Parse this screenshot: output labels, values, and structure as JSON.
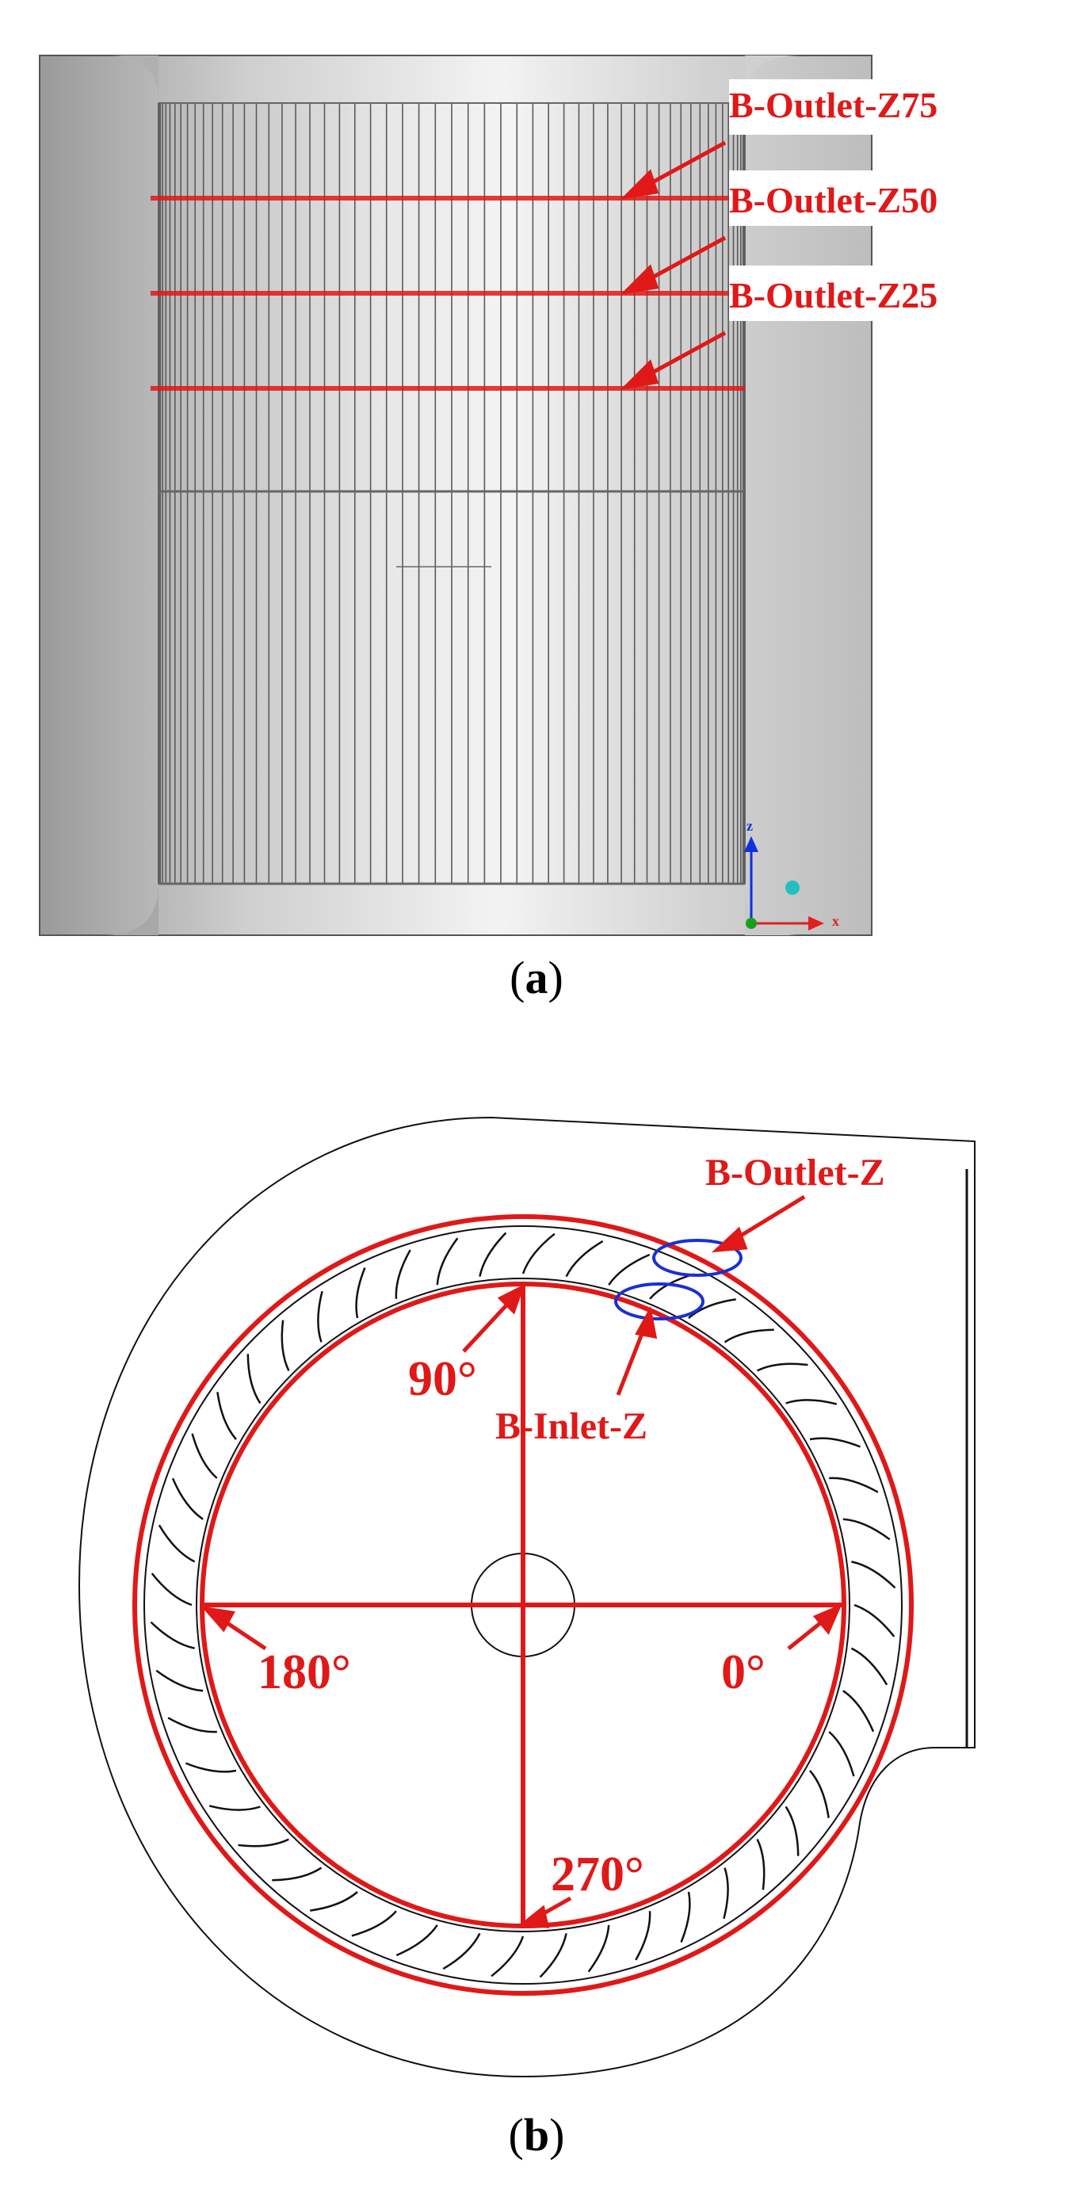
{
  "panel_a": {
    "labels": [
      "B-Outlet-Z75",
      "B-Outlet-Z50",
      "B-Outlet-Z25"
    ],
    "axes": {
      "z": "z",
      "x": "x"
    },
    "caption": {
      "open": "(",
      "letter": "a",
      "close": ")"
    }
  },
  "panel_b": {
    "outlet_label": "B-Outlet-Z",
    "inlet_label": "B-Inlet-Z",
    "angles": {
      "a90": "90°",
      "a180": "180°",
      "a0": "0°",
      "a270": "270°"
    },
    "caption": {
      "open": "(",
      "letter": "b",
      "close": ")"
    }
  },
  "colors": {
    "annotation_red": "#e01818",
    "ellipse_blue": "#1a2fd6",
    "axis_blue": "#1030e0",
    "axis_red": "#e02020",
    "axis_green": "#18a018"
  }
}
